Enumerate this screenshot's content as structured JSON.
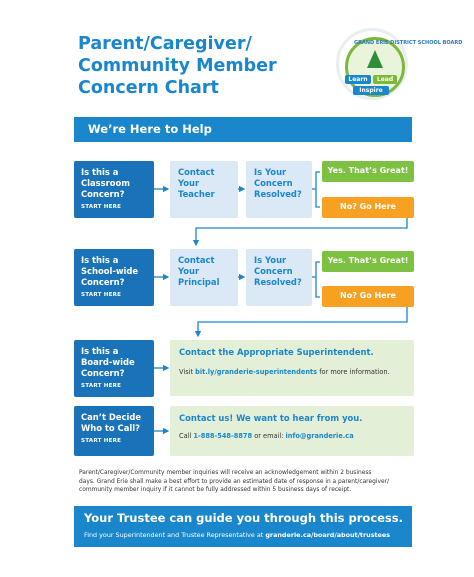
{
  "title": {
    "line1": "Parent/Caregiver/",
    "line2": "Community Member",
    "line3": "Concern Chart"
  },
  "logo": {
    "arc_text": "GRAND ERIE DISTRICT SCHOOL BOARD",
    "tag_learn": "Learn",
    "tag_lead": "Lead",
    "tag_inspire": "Inspire",
    "colors": {
      "green": "#7cb83a",
      "blue": "#1a86cc",
      "orange": "#f7a021"
    }
  },
  "banner": "We’re Here to Help",
  "rows": [
    {
      "question_lines": [
        "Is this a",
        "Classroom",
        "Concern?"
      ],
      "start": "START HERE",
      "contact_lines": [
        "Contact",
        "Your",
        "Teacher"
      ],
      "resolved_lines": [
        "Is Your",
        "Concern",
        "Resolved?"
      ],
      "yes": "Yes. That’s Great!",
      "no": "No? Go Here"
    },
    {
      "question_lines": [
        "Is this a",
        "School-wide",
        "Concern?"
      ],
      "start": "START HERE",
      "contact_lines": [
        "Contact",
        "Your",
        "Principal"
      ],
      "resolved_lines": [
        "Is Your",
        "Concern",
        "Resolved?"
      ],
      "yes": "Yes. That’s Great!",
      "no": "No? Go Here"
    }
  ],
  "board_row": {
    "question_lines": [
      "Is this a",
      "Board-wide",
      "Concern?"
    ],
    "start": "START HERE",
    "heading": "Contact the Appropriate Superintendent.",
    "visit_prefix": "Visit ",
    "visit_link": "bit.ly/granderie-superintendents",
    "visit_suffix": " for more information."
  },
  "cant_decide_row": {
    "question_lines": [
      "Can’t Decide",
      "Who to Call?"
    ],
    "start": "START HERE",
    "heading": "Contact us! We want to hear from you.",
    "call_prefix": "Call ",
    "phone": "1-888-548-8878",
    "call_mid": " or email: ",
    "email": "info@granderie.ca"
  },
  "footnote": {
    "line1": "Parent/Caregiver/Community member inquiries will receive an acknowledgement within 2 business",
    "line2": "days.  Grand Erie shall make a best effort to provide an estimated date of response in a parent/caregiver/",
    "line3": "community member inquiry if it cannot be fully addressed within 5 business days of receipt."
  },
  "trustee": {
    "heading": "Your Trustee can guide you through this process.",
    "text_prefix": "Find your Superintendent and Trustee Representative at ",
    "link": "granderie.ca/board/about/trustees"
  },
  "colors": {
    "primary_blue": "#1a86cc",
    "dark_blue": "#1a73b8",
    "light_blue": "#dbe9f6",
    "green": "#7dc142",
    "orange": "#f7a021",
    "panel_green": "#e4efd8"
  }
}
